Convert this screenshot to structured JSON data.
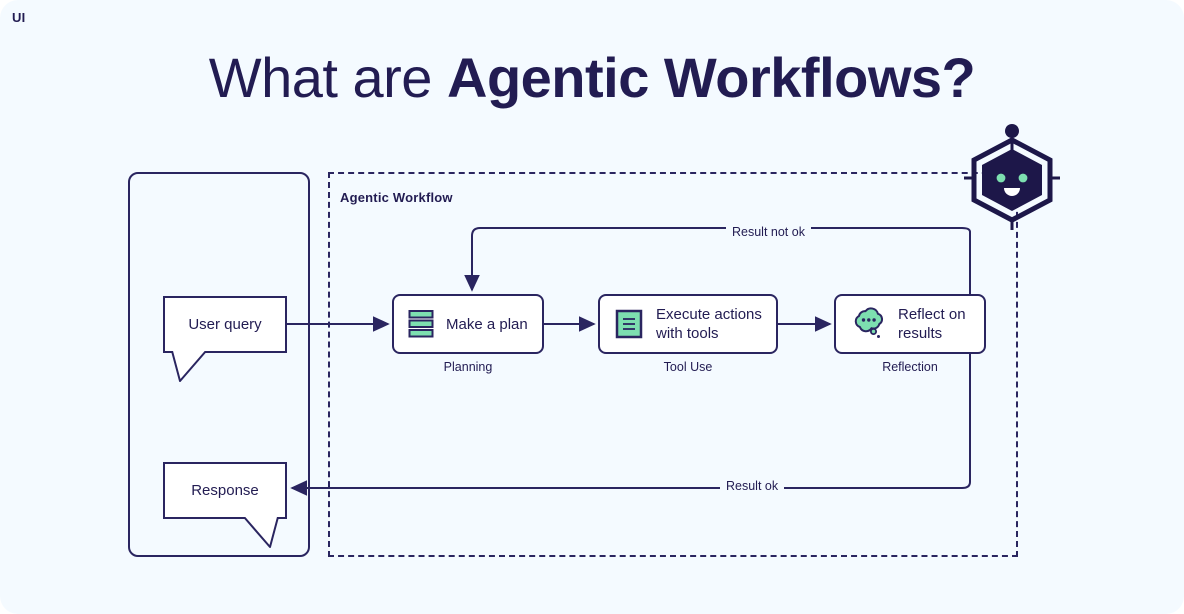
{
  "page": {
    "background_color": "#f4faff",
    "ink_color": "#221c52",
    "accent_green": "#7ddfb0"
  },
  "title": {
    "light_part": "What are ",
    "bold_part": "Agentic Workflows?"
  },
  "ui_panel": {
    "label": "UI",
    "bubbles": [
      {
        "id": "user-query",
        "text": "User query"
      },
      {
        "id": "response",
        "text": "Response"
      }
    ]
  },
  "workflow": {
    "label": "Agentic Workflow",
    "steps": [
      {
        "text": "Make a plan",
        "caption": "Planning",
        "icon": "stacked-layers-icon"
      },
      {
        "text": "Execute actions\nwith tools",
        "caption": "Tool Use",
        "icon": "document-lines-icon"
      },
      {
        "text": "Reflect on\nresults",
        "caption": "Reflection",
        "icon": "thought-bubble-icon"
      }
    ],
    "edges": [
      {
        "id": "not-ok",
        "label": "Result not ok"
      },
      {
        "id": "ok",
        "label": "Result ok"
      }
    ]
  },
  "mascot": {
    "name": "hexagon-robot-icon",
    "eye_color": "#7ddfb0",
    "body_color": "#1d1749"
  }
}
